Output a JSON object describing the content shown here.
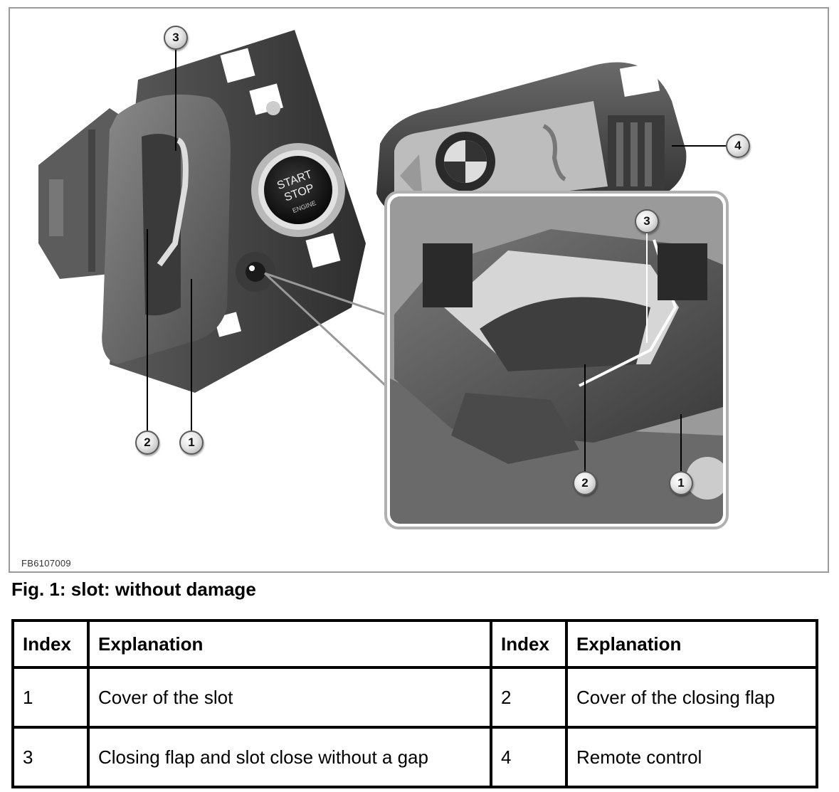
{
  "figure": {
    "id_code": "FB6107009",
    "button_text": {
      "line1": "START",
      "line2": "STOP",
      "line3": "ENGINE"
    },
    "callouts_main": [
      "3",
      "2",
      "1",
      "4"
    ],
    "callouts_inset": [
      "3",
      "2",
      "1"
    ]
  },
  "caption": "Fig. 1: slot: without damage",
  "legend": {
    "headers": [
      "Index",
      "Explanation",
      "Index",
      "Explanation"
    ],
    "rows": [
      [
        "1",
        "Cover of the slot",
        "2",
        "Cover of the closing flap"
      ],
      [
        "3",
        "Closing flap and slot close without a gap",
        "4",
        "Remote control"
      ]
    ]
  },
  "colors": {
    "frame_border": "#9a9a9a",
    "grey_plastic": "#6e6e6e",
    "light_grey": "#d0d0d0"
  }
}
